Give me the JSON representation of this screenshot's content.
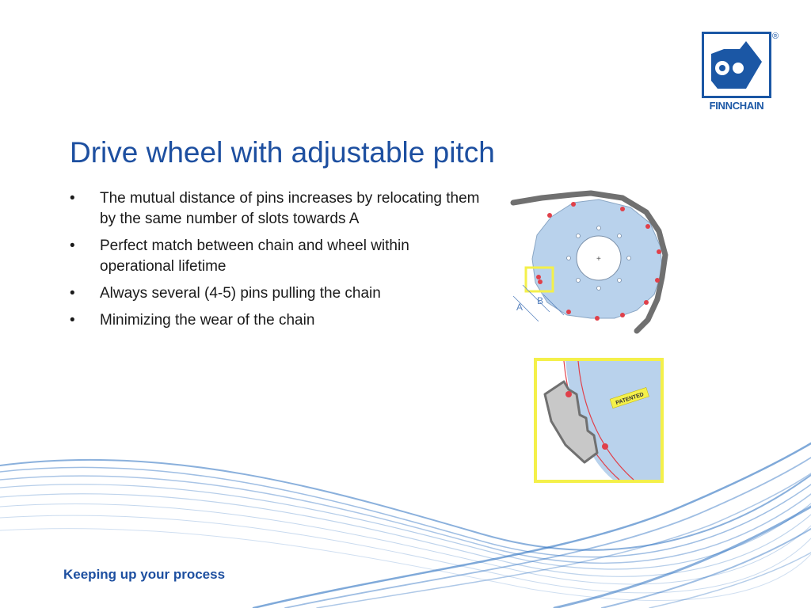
{
  "brand": {
    "name": "FINNCHAIN",
    "registered_mark": "®",
    "color": "#1b57a5"
  },
  "slide": {
    "title": "Drive wheel with adjustable pitch",
    "bullet_glyph": "•",
    "bullets": [
      "The mutual distance of pins increases by relocating them by the same number of slots towards A",
      "Perfect match between chain and wheel within operational lifetime",
      "Always several (4-5) pins pulling the chain",
      "Minimizing the wear of the chain"
    ],
    "figure_labels": {
      "a": "A",
      "b": "B",
      "patented": "PATENTED"
    },
    "footer": "Keeping up your process"
  },
  "colors": {
    "title": "#1d4fa0",
    "wheel_fill": "#b9d2ec",
    "highlight": "#f4f04a",
    "pin": "#e0404a",
    "chain": "#707070",
    "wave": "#2a6fc0"
  }
}
